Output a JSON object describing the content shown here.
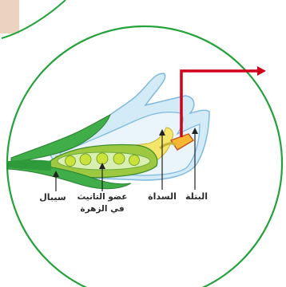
{
  "labels": {
    "sepal": "سيبال",
    "female_organ_line1": "عضو التانيث",
    "female_organ_line2": "في الزهرة",
    "stigma": "السداة",
    "petal": "البتلة"
  },
  "colors": {
    "circle_outline": "#23a23a",
    "sepal_green": "#3fae49",
    "petal_blue_fill": "#d2ebf7",
    "petal_blue_stroke": "#7fb9dd",
    "style_yellow": "#f4e66a",
    "ovary_fill": "#9cc93f",
    "ovule": "#c9e33a",
    "pointer_red": "#d0021b",
    "corner_tab": "#ebd3bf"
  }
}
